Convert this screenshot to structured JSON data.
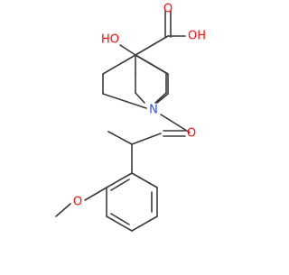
{
  "molecule": {
    "atom_labels": {
      "carboxyl_oh": "OH",
      "carboxyl_o": "O",
      "ring_oh": "HO",
      "ring_n": "N",
      "amide_o": "O",
      "ether_o": "O"
    },
    "colors": {
      "bond": "#3a3a3a",
      "oxygen": "#ff0d0d",
      "nitrogen": "#3050f8"
    }
  }
}
